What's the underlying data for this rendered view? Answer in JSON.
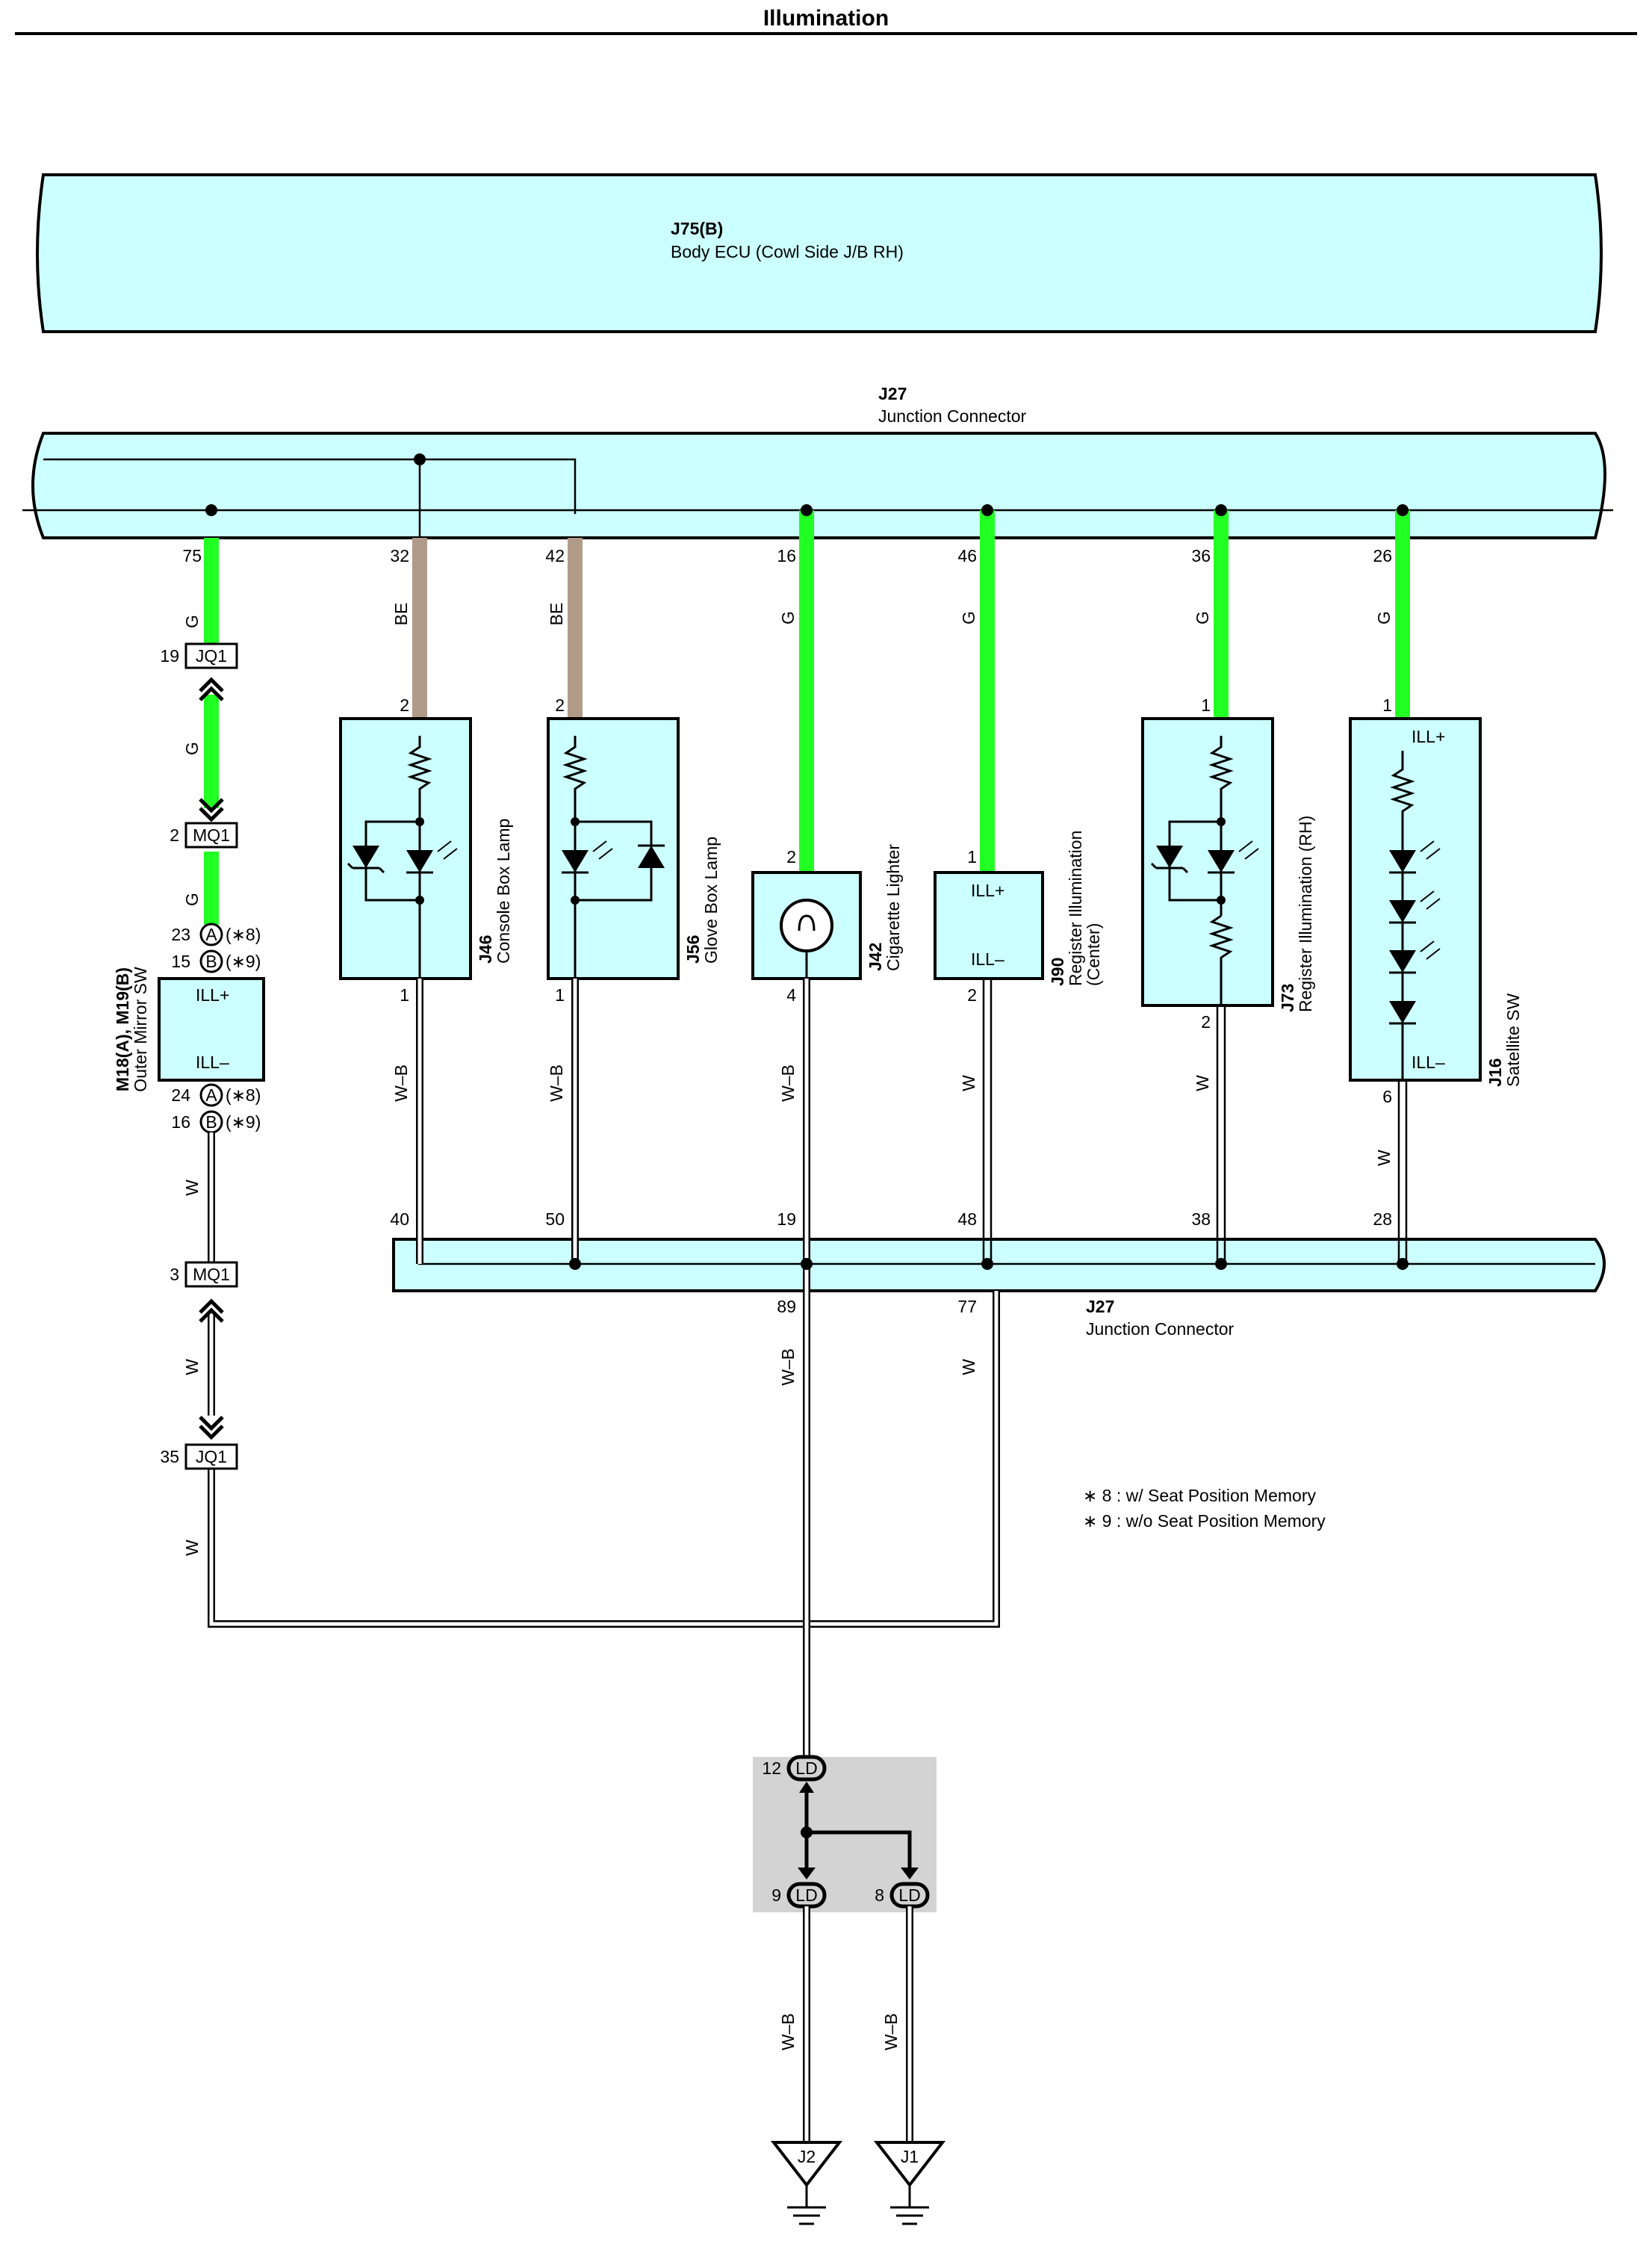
{
  "title": "Illumination",
  "colors": {
    "wire_green": "#22ff22",
    "wire_beige": "#b09a88",
    "wire_white": "#ffffff",
    "wire_black": "#000000",
    "component_fill": "#ccffff",
    "splice_area": "#d3d3d3"
  },
  "ecu": {
    "id": "J75(B)",
    "name": "Body ECU (Cowl Side J/B RH)"
  },
  "junction_top": {
    "id": "J27",
    "name": "Junction Connector"
  },
  "junction_bottom": {
    "id": "J27",
    "name": "Junction Connector"
  },
  "wires": {
    "w1": {
      "top_pin": "75",
      "color": "G"
    },
    "w2": {
      "top_pin": "32",
      "color": "BE",
      "bottom_pin": "40",
      "bottom_color": "W–B"
    },
    "w3": {
      "top_pin": "42",
      "color": "BE",
      "bottom_pin": "50",
      "bottom_color": "W–B"
    },
    "w4": {
      "top_pin": "16",
      "color": "G",
      "bottom_pin": "19",
      "bottom_color": "W–B"
    },
    "w5": {
      "top_pin": "46",
      "color": "G",
      "bottom_pin": "48",
      "bottom_color": "W"
    },
    "w6": {
      "top_pin": "36",
      "color": "G",
      "bottom_pin": "38",
      "bottom_color": "W"
    },
    "w7": {
      "top_pin": "26",
      "color": "G",
      "bottom_pin": "28",
      "bottom_color": "W"
    }
  },
  "mirror_branch": {
    "jq1_top": {
      "label": "JQ1",
      "pin": "19"
    },
    "mq1_top": {
      "label": "MQ1",
      "pin": "2"
    },
    "g_label_a": "G",
    "g_label_b": "G",
    "pins_in": [
      {
        "pin": "23",
        "badge": "A",
        "note": "(∗8)"
      },
      {
        "pin": "15",
        "badge": "B",
        "note": "(∗9)"
      }
    ],
    "pins_out": [
      {
        "pin": "24",
        "badge": "A",
        "note": "(∗8)"
      },
      {
        "pin": "16",
        "badge": "B",
        "note": "(∗9)"
      }
    ],
    "switch": {
      "id": "M18(A), M19(B)",
      "name": "Outer Mirror SW",
      "ill_plus": "ILL+",
      "ill_minus": "ILL–"
    },
    "w_label_a": "W",
    "mq1_bottom": {
      "label": "MQ1",
      "pin": "3"
    },
    "w_label_b": "W",
    "jq1_bottom": {
      "label": "JQ1",
      "pin": "35"
    },
    "w_label_c": "W"
  },
  "components": {
    "console_box_lamp": {
      "id": "J46",
      "name": "Console Box Lamp",
      "pin_in": "2",
      "pin_out": "1"
    },
    "glove_box_lamp": {
      "id": "J56",
      "name": "Glove Box Lamp",
      "pin_in": "2",
      "pin_out": "1"
    },
    "cigarette_lighter": {
      "id": "J42",
      "name": "Cigarette Lighter",
      "pin_in": "2",
      "pin_out": "4"
    },
    "register_center": {
      "id": "J90",
      "name": "Register Illumination",
      "name2": "(Center)",
      "pin_in": "1",
      "pin_out": "2",
      "ill_plus": "ILL+",
      "ill_minus": "ILL–"
    },
    "register_rh": {
      "id": "J73",
      "name": "Register Illumination (RH)",
      "pin_in": "1",
      "pin_out": "2"
    },
    "satellite_sw": {
      "id": "J16",
      "name": "Satellite SW",
      "pin_in": "1",
      "pin_out": "6",
      "ill_plus": "ILL+",
      "ill_minus": "ILL–"
    }
  },
  "bottom_outputs": {
    "out_left": {
      "pin": "89",
      "color": "W–B"
    },
    "out_right": {
      "pin": "77",
      "color": "W"
    }
  },
  "notes": [
    "∗ 8 : w/ Seat Position Memory",
    "∗ 9 : w/o Seat Position Memory"
  ],
  "splice": {
    "label": "LD",
    "pin_in": "12",
    "pin_out_a": "9",
    "pin_out_b": "8"
  },
  "ground_wires": {
    "g2_color": "W–B",
    "g1_color": "W–B"
  },
  "grounds": {
    "g2": "J2",
    "g1": "J1"
  }
}
